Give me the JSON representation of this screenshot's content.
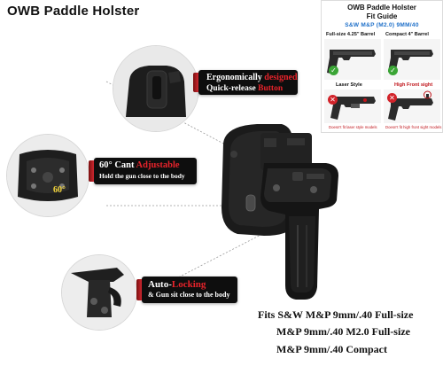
{
  "title": "OWB Paddle Holster",
  "fit_guide": {
    "title": "OWB Paddle Holster",
    "subtitle": "Fit Guide",
    "models": "S&W M&P (M2.0) 9MM/40",
    "items": [
      {
        "label": "Full-size 4.25\" Barrel",
        "status": "fits",
        "note": ""
      },
      {
        "label": "Compact 4\" Barrel",
        "status": "fits",
        "note": ""
      },
      {
        "label": "Laser Style",
        "status": "no-fit",
        "note": "Doesn't fit laser style models"
      },
      {
        "label": "High Front sight",
        "status": "no-fit",
        "note": "Doesn't fit high front sight models"
      }
    ],
    "colors": {
      "ok": "#3aa535",
      "no": "#d2232a",
      "accent": "#1d6fc9"
    }
  },
  "features": [
    {
      "line1_a": "Ergonomically ",
      "line1_b": "designed",
      "line2_a": "Quick-release ",
      "line2_b": "Button"
    },
    {
      "line1_a": "60° Cant ",
      "line1_b": "Adjustable",
      "line2_a": "Hold the gun close to the body",
      "line2_b": ""
    },
    {
      "line1_a": "Auto-",
      "line1_b": "Locking",
      "line2_a": "& Gun sit close to the body",
      "line2_b": ""
    }
  ],
  "angle_mark": "60°",
  "fits": [
    "Fits S&W M&P 9mm/.40 Full-size",
    "M&P 9mm/.40 M2.0 Full-size",
    "M&P 9mm/.40 Compact"
  ],
  "colors": {
    "highlight": "#e8232b",
    "callout_bg": "#0e0e0e"
  }
}
